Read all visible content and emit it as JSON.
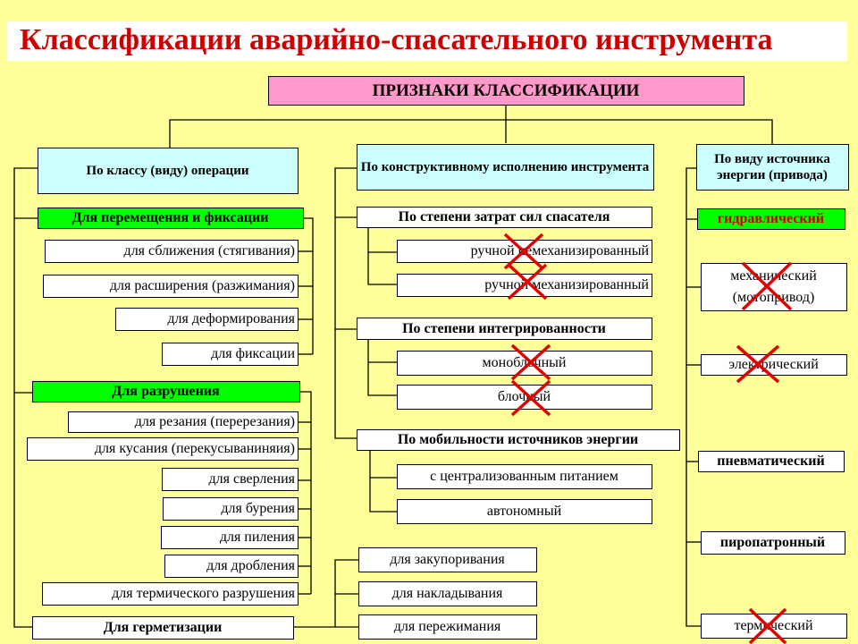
{
  "title": "Классификации аварийно-спасательного инструмента",
  "root": "ПРИЗНАКИ КЛАССИФИКАЦИИ",
  "col1": {
    "header": "По классу (виду) операции",
    "group_move": {
      "label": "Для перемещения и фиксации",
      "items": [
        "для сближения (стягивания)",
        "для расширения (разжимания)",
        "для деформирования",
        "для фиксации"
      ]
    },
    "group_destroy": {
      "label": "Для разрушения",
      "items": [
        "для резания (перерезания)",
        "для кусания (перекусываниняия)",
        "для сверления",
        "для бурения",
        "для пиления",
        "для дробления",
        "для термического разрушения"
      ]
    },
    "group_seal": {
      "label": "Для герметизации"
    }
  },
  "col2": {
    "header": "По конструктивному исполнению инструмента",
    "effort": {
      "label": "По степени затрат сил спасателя",
      "items": [
        "ручной немеханизированный",
        "ручной механизированный"
      ]
    },
    "integration": {
      "label": "По степени интегрированности",
      "items": [
        "моноблочный",
        "блочный"
      ]
    },
    "mobility": {
      "label": "По мобильности источников энергии",
      "items": [
        "с централизованным питанием",
        "автономный"
      ]
    },
    "seal_items": [
      "для закупоривания",
      "для накладывания",
      "для пережимания"
    ]
  },
  "col3": {
    "header": "По виду источника энергии (привода)",
    "items": [
      "гидравлический",
      "механический (мотопривод)",
      "электрический",
      "пневматический",
      "пиропатронный",
      "термический"
    ]
  },
  "colors": {
    "background": "#FFFF99",
    "title": "#CC0000",
    "cross": "#E00000",
    "green": "#00FF00",
    "cyan": "#CCFFFF",
    "pink": "#FF99CC"
  }
}
